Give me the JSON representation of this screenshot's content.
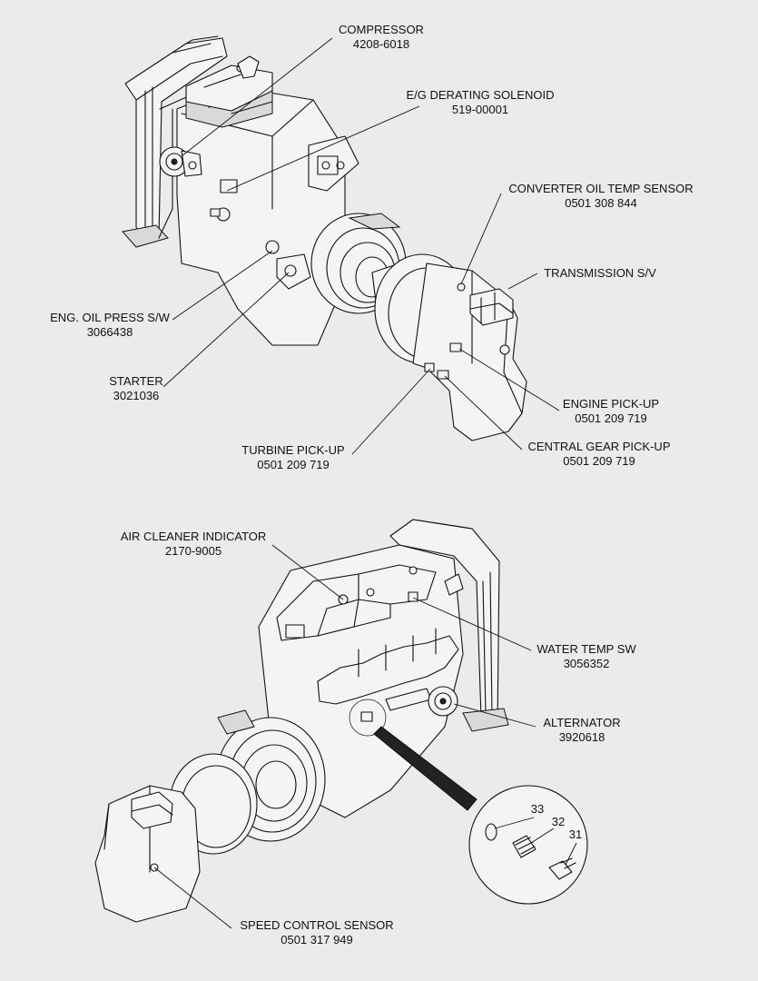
{
  "top_view": {
    "callouts": [
      {
        "id": "compressor",
        "name": "COMPRESSOR",
        "part": "4208-6018"
      },
      {
        "id": "eg-derating-solenoid",
        "name": "E/G DERATING SOLENOID",
        "part": "519-00001"
      },
      {
        "id": "converter-oil-temp-sensor",
        "name": "CONVERTER OIL TEMP SENSOR",
        "part": "0501 308 844"
      },
      {
        "id": "transmission-sv",
        "name": "TRANSMISSION S/V",
        "part": ""
      },
      {
        "id": "eng-oil-press-sw",
        "name": "ENG. OIL PRESS S/W",
        "part": "3066438"
      },
      {
        "id": "starter",
        "name": "STARTER",
        "part": "3021036"
      },
      {
        "id": "engine-pickup",
        "name": "ENGINE PICK-UP",
        "part": "0501 209 719"
      },
      {
        "id": "central-gear-pickup",
        "name": "CENTRAL GEAR PICK-UP",
        "part": "0501 209 719"
      },
      {
        "id": "turbine-pickup",
        "name": "TURBINE PICK-UP",
        "part": "0501 209 719"
      }
    ]
  },
  "bottom_view": {
    "callouts": [
      {
        "id": "air-cleaner-indicator",
        "name": "AIR CLEANER INDICATOR",
        "part": "2170-9005"
      },
      {
        "id": "water-temp-sw",
        "name": "WATER TEMP SW",
        "part": "3056352"
      },
      {
        "id": "alternator",
        "name": "ALTERNATOR",
        "part": "3920618"
      },
      {
        "id": "speed-control-sensor",
        "name": "SPEED CONTROL SENSOR",
        "part": "0501 317 949"
      }
    ],
    "detail_item_numbers": [
      "33",
      "32",
      "31"
    ]
  }
}
